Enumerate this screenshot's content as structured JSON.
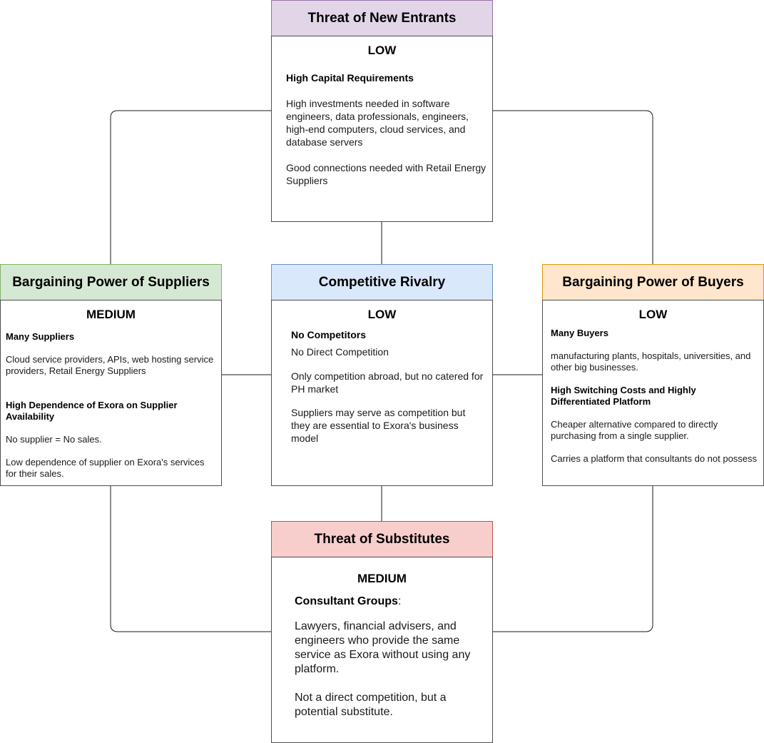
{
  "forces": {
    "new_entrants": {
      "title": "Threat of New Entrants",
      "rating": "LOW",
      "heading": "High Capital Requirements",
      "text1": "High investments needed in software engineers, data professionals, engineers, high-end computers, cloud services, and database servers",
      "text2": "Good connections needed with Retail Energy Suppliers",
      "header_color": "#e1d5e7",
      "border_color": "#9673a6"
    },
    "suppliers": {
      "title": "Bargaining Power of Suppliers",
      "rating": "MEDIUM",
      "heading1": "Many Suppliers",
      "text1": "Cloud service providers, APIs, web hosting service providers, Retail Energy Suppliers",
      "heading2": "High Dependence of Exora on Supplier Availability",
      "text2": "No supplier = No sales.",
      "text3": "Low dependence of supplier on Exora's services for their sales.",
      "header_color": "#d5e8d4",
      "border_color": "#82b366"
    },
    "rivalry": {
      "title": "Competitive Rivalry",
      "rating": "LOW",
      "heading": "No Competitors",
      "text1": "No Direct Competition",
      "text2": "Only competition abroad, but no catered for PH market",
      "text3": "Suppliers may serve as competition but they are essential to Exora's business model",
      "header_color": "#dae8fc",
      "border_color": "#6c8ebf"
    },
    "buyers": {
      "title": "Bargaining Power of Buyers",
      "rating": "LOW",
      "heading1": "Many Buyers",
      "text1": "manufacturing plants, hospitals, universities, and other big businesses.",
      "heading2": "High Switching Costs and Highly Differentiated Platform",
      "text2": "Cheaper alternative compared to directly purchasing from a single supplier.",
      "text3": "Carries a platform that consultants do not possess",
      "header_color": "#ffe6cc",
      "border_color": "#d79b00"
    },
    "substitutes": {
      "title": "Threat of Substitutes",
      "rating": "MEDIUM",
      "heading": "Consultant Groups",
      "heading_suffix": ":",
      "text1": "Lawyers, financial advisers, and engineers who provide the same service as Exora without using any platform.",
      "text2": "Not a direct competition, but a potential substitute.",
      "header_color": "#f8cecc",
      "border_color": "#b85450"
    }
  }
}
